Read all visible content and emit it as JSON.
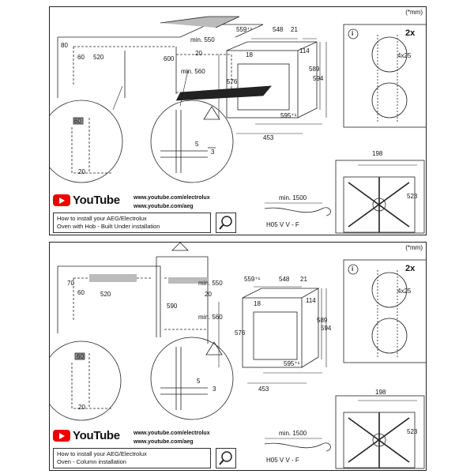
{
  "unit_note": "(*mm)",
  "panels": [
    {
      "youtube_word": "YouTube",
      "url_1": "www.youtube.com/electrolux",
      "url_2": "www.youtube.com/aeg",
      "howto_line1": "How to install your AEG/Electrolux",
      "howto_line2": "Oven with Hob - Built Under installation",
      "cab": {
        "d80": "80",
        "d60": "60",
        "d520": "520",
        "d600": "600",
        "min550": "min. 550",
        "d20": "20",
        "min560": "min. 560"
      },
      "oven": {
        "d559": "559⁺¹",
        "d548": "548",
        "d21": "21",
        "d18": "18",
        "d114": "114",
        "d576": "576",
        "d589": "589",
        "d594": "594",
        "d595": "595⁺¹",
        "d453": "453"
      },
      "detail": {
        "d60": "60",
        "d20": "20",
        "d5": "5",
        "d3": "3"
      },
      "screw": {
        "info": "i",
        "count": "2x",
        "size": "4x25"
      },
      "plate": {
        "d198": "198",
        "d523": "523"
      },
      "cable": {
        "min1500": "min. 1500",
        "type": "H05 V V - F"
      }
    },
    {
      "youtube_word": "YouTube",
      "url_1": "www.youtube.com/electrolux",
      "url_2": "www.youtube.com/aeg",
      "howto_line1": "How to install your AEG/Electrolux",
      "howto_line2": "Oven - Column installation",
      "cab": {
        "d70": "70",
        "d60": "60",
        "d520": "520",
        "d590": "590",
        "min550": "min. 550",
        "d20": "20",
        "min560": "min. 560"
      },
      "oven": {
        "d559": "559⁺¹",
        "d548": "548",
        "d21": "21",
        "d18": "18",
        "d114": "114",
        "d576": "576",
        "d589": "589",
        "d594": "594",
        "d595": "595⁺¹",
        "d453": "453"
      },
      "detail": {
        "d60": "60",
        "d20": "20",
        "d5": "5",
        "d3": "3"
      },
      "screw": {
        "info": "i",
        "count": "2x",
        "size": "4x25"
      },
      "plate": {
        "d198": "198",
        "d523": "523"
      },
      "cable": {
        "min1500": "min. 1500",
        "type": "H05 V V - F"
      }
    }
  ]
}
